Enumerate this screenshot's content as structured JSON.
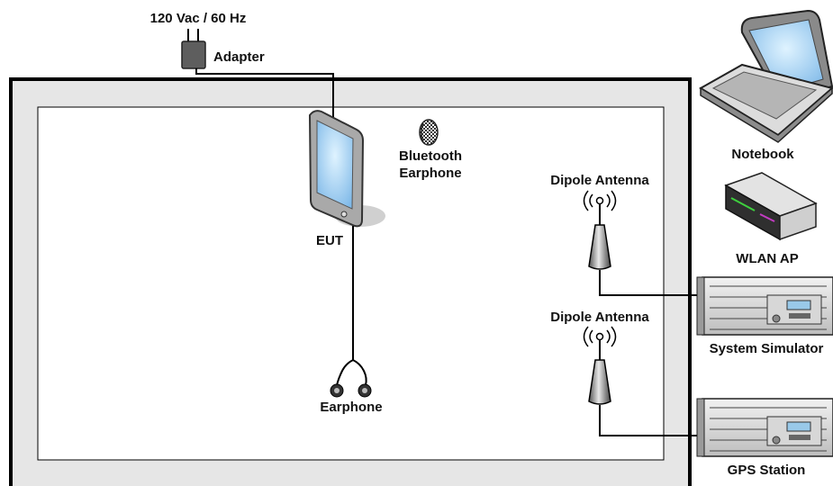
{
  "labels": {
    "power": "120 Vac / 60 Hz",
    "adapter": "Adapter",
    "eut": "EUT",
    "bluetooth_line1": "Bluetooth",
    "bluetooth_line2": "Earphone",
    "earphone": "Earphone",
    "dipole_1": "Dipole Antenna",
    "dipole_2": "Dipole Antenna",
    "notebook": "Notebook",
    "wlan_ap": "WLAN AP",
    "system_simulator": "System Simulator",
    "gps_station": "GPS Station"
  },
  "icons": [
    "power-adapter-icon",
    "tablet-icon",
    "bluetooth-earphone-icon",
    "wired-earphone-icon",
    "dipole-antenna-icon",
    "notebook-icon",
    "wlan-ap-icon",
    "rack-equipment-icon"
  ],
  "colors": {
    "chamber_fill": "#e6e6e6",
    "line": "#000000",
    "equipment_gray": "#9a9a9a"
  }
}
